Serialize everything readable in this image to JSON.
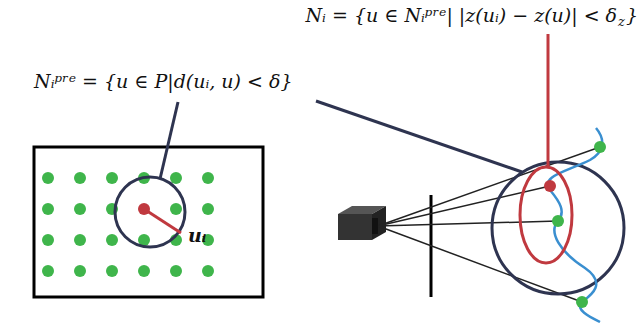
{
  "diagram": {
    "labels": [
      "Nᵢ = {u ∈ Nᵢᵖʳᵉ| |z(uᵢ) − z(u)| < δ",
      "z",
      "}",
      "Nᵢᵖʳᵉ = {u ∈ P|d(uᵢ, u) < δ}",
      "uᵢ"
    ]
  }
}
